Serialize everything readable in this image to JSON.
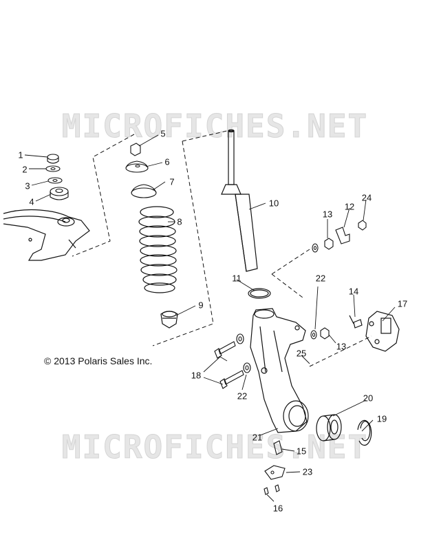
{
  "watermark": {
    "top": "MICROFICHES.NET",
    "bottom": "MICROFICHES.NET"
  },
  "copyright": "© 2013 Polaris Sales Inc.",
  "callouts": [
    "1",
    "2",
    "3",
    "4",
    "5",
    "6",
    "7",
    "8",
    "9",
    "10",
    "11",
    "12",
    "13",
    "13",
    "14",
    "15",
    "16",
    "17",
    "18",
    "19",
    "20",
    "21",
    "22",
    "22",
    "23",
    "24",
    "25"
  ],
  "colors": {
    "line": "#111111",
    "watermark": "#e6e6e6",
    "background": "#ffffff"
  }
}
